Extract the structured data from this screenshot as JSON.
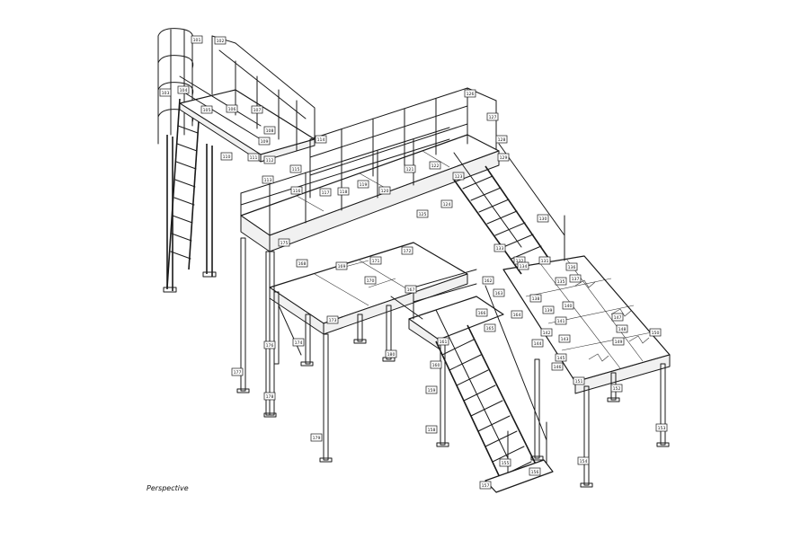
{
  "view_label": "Perspective",
  "line_color": "#1a1a1a",
  "tags": [
    {
      "text": "101"
    },
    {
      "text": "102"
    },
    {
      "text": "103"
    },
    {
      "text": "104"
    },
    {
      "text": "105"
    },
    {
      "text": "106"
    },
    {
      "text": "107"
    },
    {
      "text": "108"
    },
    {
      "text": "109"
    },
    {
      "text": "110"
    },
    {
      "text": "111"
    },
    {
      "text": "112"
    },
    {
      "text": "113"
    },
    {
      "text": "114"
    },
    {
      "text": "115"
    },
    {
      "text": "116"
    },
    {
      "text": "117"
    },
    {
      "text": "118"
    },
    {
      "text": "119"
    },
    {
      "text": "120"
    },
    {
      "text": "121"
    },
    {
      "text": "122"
    },
    {
      "text": "123"
    },
    {
      "text": "124"
    },
    {
      "text": "125"
    },
    {
      "text": "126"
    },
    {
      "text": "127"
    },
    {
      "text": "128"
    },
    {
      "text": "129"
    },
    {
      "text": "130"
    },
    {
      "text": "131"
    },
    {
      "text": "132"
    },
    {
      "text": "133"
    },
    {
      "text": "134"
    },
    {
      "text": "135"
    },
    {
      "text": "136"
    },
    {
      "text": "137"
    },
    {
      "text": "138"
    },
    {
      "text": "139"
    },
    {
      "text": "140"
    },
    {
      "text": "141"
    },
    {
      "text": "142"
    },
    {
      "text": "143"
    },
    {
      "text": "144"
    },
    {
      "text": "145"
    },
    {
      "text": "146"
    },
    {
      "text": "147"
    },
    {
      "text": "148"
    },
    {
      "text": "149"
    },
    {
      "text": "150"
    },
    {
      "text": "151"
    },
    {
      "text": "152"
    },
    {
      "text": "153"
    },
    {
      "text": "154"
    },
    {
      "text": "155"
    },
    {
      "text": "156"
    },
    {
      "text": "157"
    },
    {
      "text": "158"
    },
    {
      "text": "159"
    },
    {
      "text": "160"
    },
    {
      "text": "161"
    },
    {
      "text": "162"
    },
    {
      "text": "163"
    },
    {
      "text": "164"
    },
    {
      "text": "165"
    },
    {
      "text": "166"
    },
    {
      "text": "167"
    },
    {
      "text": "168"
    },
    {
      "text": "169"
    },
    {
      "text": "170"
    },
    {
      "text": "171"
    },
    {
      "text": "172"
    },
    {
      "text": "173"
    },
    {
      "text": "174"
    },
    {
      "text": "175"
    },
    {
      "text": "176"
    },
    {
      "text": "177"
    },
    {
      "text": "178"
    },
    {
      "text": "179"
    },
    {
      "text": "180"
    }
  ]
}
